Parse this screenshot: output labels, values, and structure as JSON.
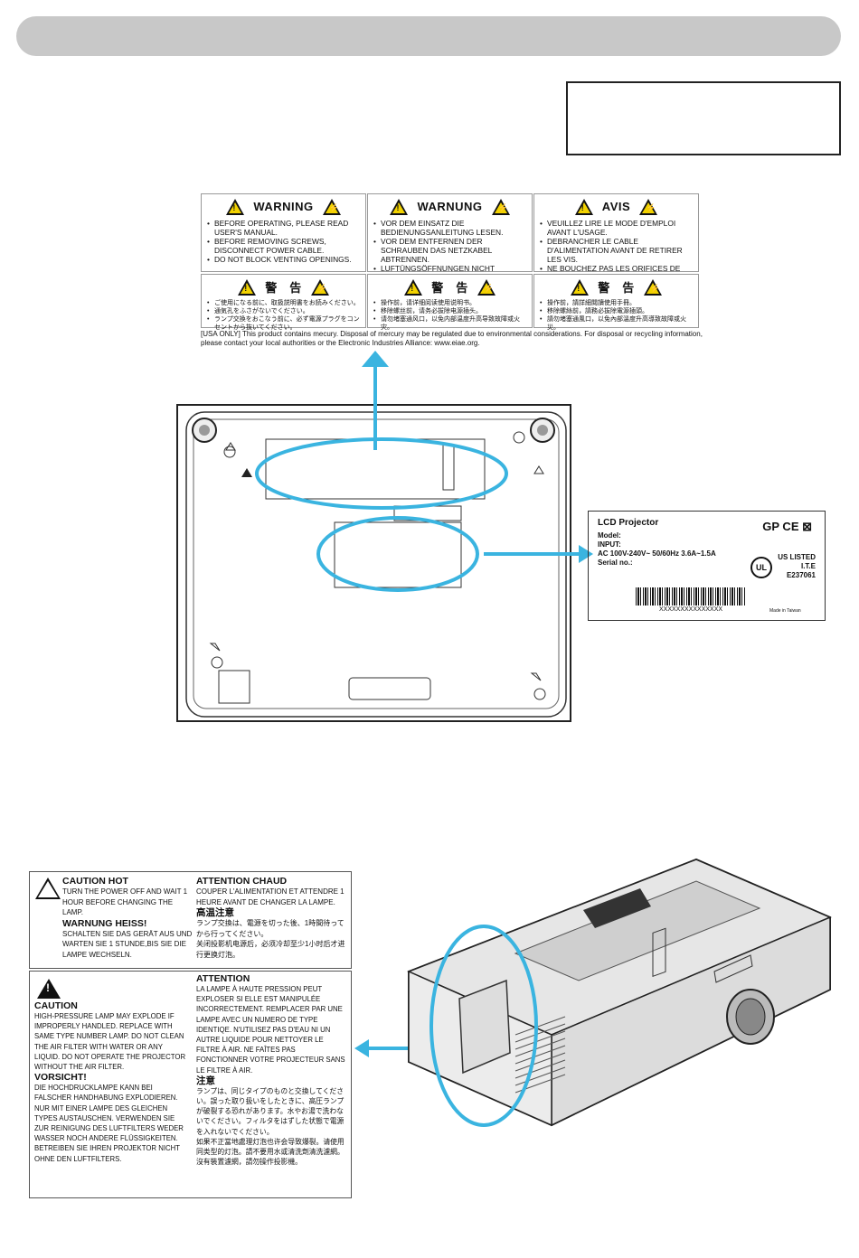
{
  "warning_labels": {
    "en": {
      "title": "WARNING",
      "items": [
        "BEFORE OPERATING, PLEASE READ USER'S MANUAL.",
        "BEFORE REMOVING SCREWS, DISCONNECT POWER CABLE.",
        "DO NOT BLOCK VENTING OPENINGS."
      ]
    },
    "de": {
      "title": "WARNUNG",
      "items": [
        "VOR DEM EINSATZ DIE BEDIENUNGSANLEITUNG LESEN.",
        "VOR DEM ENTFERNEN DER SCHRAUBEN DAS NETZKABEL ABTRENNEN.",
        "LUFTÜNGSÖFFNUNGEN NICHT BLOCKIEREN."
      ]
    },
    "fr": {
      "title": "AVIS",
      "items": [
        "VEUILLEZ LIRE LE MODE D'EMPLOI AVANT L'USAGE.",
        "DEBRANCHER LE CABLE D'ALIMENTATION AVANT DE RETIRER LES VIS.",
        "NE BOUCHEZ PAS LES ORIFICES DE VENTILATION."
      ]
    },
    "ja": {
      "title": "警　告",
      "items": [
        "ご使用になる前に、取扱説明書をお読みください。",
        "通気孔をふさがないでください。",
        "ランプ交換をおこなう前に、必ず電源プラグをコンセントから抜いてください。"
      ]
    },
    "zh_s": {
      "title": "警　告",
      "items": [
        "操作前，请详细阅读使用说明书。",
        "移除螺丝前，请务必拔除电源插头。",
        "请勿堵塞通风口，以免内部温度升高导致故障或火灾。"
      ]
    },
    "zh_t": {
      "title": "警　告",
      "items": [
        "操作前，請詳細閱讀使用手冊。",
        "移除螺絲前，請務必拔除電源插頭。",
        "請勿堵塞通風口，以免內部溫度升高導致故障或火災。"
      ]
    },
    "usa_note": "[USA ONLY] This product contains mecury. Disposal of mercury may be regulated due to environmental considerations. For disposal or recycling information, please contact your local authorities or the Electronic Industries Alliance: www.eiae.org."
  },
  "rating_label": {
    "title": "LCD Projector",
    "model": "Model:",
    "input": "INPUT:",
    "power": "AC 100V-240V~ 50/60Hz    3.6A~1.5A",
    "serial": "Serial no.:",
    "barcode_text": "XXXXXXXXXXXXXXX",
    "made_in": "Made in Taiwan",
    "marks": "GP  CE  ⊠",
    "ul_symbol": "UL",
    "ul_listed": "US LISTED",
    "ite": "I.T.E",
    "ul_number": "E237061"
  },
  "caution_hot": {
    "en_title": "CAUTION HOT",
    "en_text": "TURN THE POWER OFF AND WAIT 1 HOUR BEFORE CHANGING THE LAMP.",
    "de_title": "WARNUNG HEISS!",
    "de_text": "SCHALTEN SIE DAS GERÄT AUS UND WARTEN SIE 1 STUNDE,BIS SIE DIE LAMPE WECHSELN.",
    "fr_title": "ATTENTION CHAUD",
    "fr_text": "COUPER L'ALIMENTATION ET ATTENDRE 1 HEURE AVANT DE CHANGER LA LAMPE.",
    "ja_title": "高温注意",
    "ja_text": "ランプ交換は、電源を切った後、1時間待ってから行ってください。",
    "zh_text": "关闭投影机电源后，必须冷却至少1小时后才进行更换灯泡。"
  },
  "caution_lamp": {
    "en_title": "CAUTION",
    "en_text": "HIGH-PRESSURE LAMP MAY EXPLODE IF IMPROPERLY HANDLED. REPLACE WITH SAME TYPE NUMBER LAMP. DO NOT CLEAN THE AIR FILTER WITH WATER OR ANY LIQUID. DO NOT OPERATE THE PROJECTOR WITHOUT THE AIR FILTER.",
    "de_title": "VORSICHT!",
    "de_text": "DIE HOCHDRUCKLAMPE KANN BEI FALSCHER HANDHABUNG EXPLODIEREN. NUR MIT EINER LAMPE DES GLEICHEN TYPES AUSTAUSCHEN. VERWENDEN SIE ZUR REINIGUNG DES LUFTFILTERS WEDER WASSER NOCH ANDERE FLÜSSIGKEITEN. BETREIBEN SIE IHREN PROJEKTOR NICHT OHNE DEN LUFTFILTERS.",
    "fr_title": "ATTENTION",
    "fr_text": "LA LAMPE À HAUTE PRESSION PEUT EXPLOSER SI ELLE EST MANIPULÉE INCORRECTEMENT. REMPLACER PAR UNE LAMPE AVEC UN NUMERO DE TYPE IDENTIQE. N'UTILISEZ PAS D'EAU NI UN AUTRE LIQUIDE POUR NETTOYER LE FILTRE À AIR. NE FAÎTES PAS FONCTIONNER VOTRE PROJECTEUR SANS LE FILTRE À AIR.",
    "ja_title": "注意",
    "ja_text": "ランプは、同じタイプのものと交換してください。誤った取り扱いをしたときに、高圧ランプが破裂する恐れがあります。水やお湯で洗わないでください。フィルタをはずした状態で電源を入れないでください。",
    "zh_text": "如果不正當地處理灯泡也许会导致爆裂。请使用同类型的灯泡。請不要用水或清洗劑清洗濾網。沒有裝置濾網，請勿操作投影機。"
  },
  "colors": {
    "header_bar": "#c8c8c8",
    "highlight": "#3ab4e0",
    "warning_yellow": "#f2d200"
  }
}
